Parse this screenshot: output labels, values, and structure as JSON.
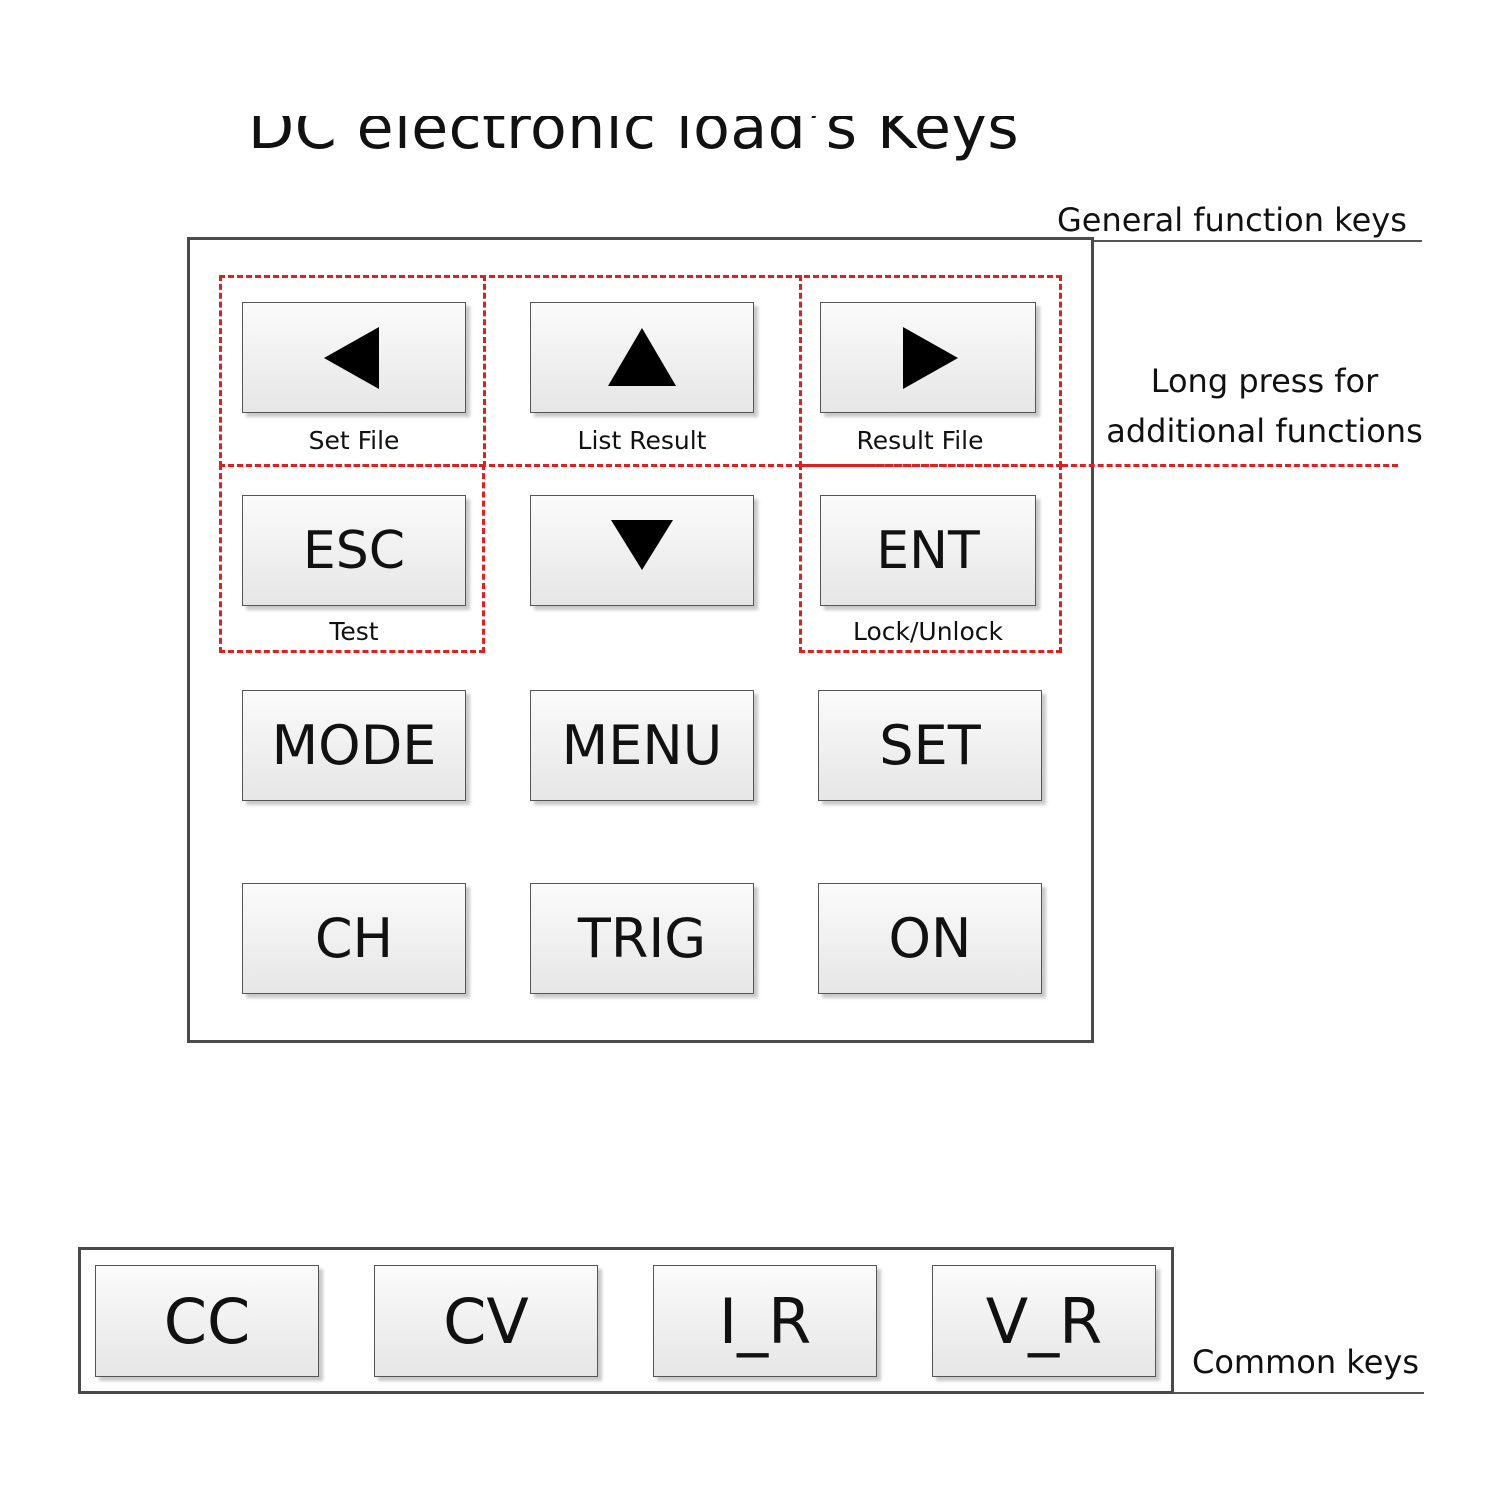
{
  "title": "DC electronic load’s Keys",
  "annotations": {
    "general_function_keys": "General function keys",
    "long_press_line1": "Long press for",
    "long_press_line2": "additional functions",
    "common_keys": "Common keys"
  },
  "function_keys": {
    "left": {
      "icon": "left-triangle-icon",
      "sublabel": "Set File"
    },
    "up": {
      "icon": "up-triangle-icon",
      "sublabel": "List Result"
    },
    "right": {
      "icon": "right-triangle-icon",
      "sublabel": "Result File"
    },
    "esc": {
      "label": "ESC",
      "sublabel": "Test"
    },
    "down": {
      "icon": "down-triangle-icon"
    },
    "ent": {
      "label": "ENT",
      "sublabel": "Lock/Unlock"
    },
    "mode": {
      "label": "MODE"
    },
    "menu": {
      "label": "MENU"
    },
    "set": {
      "label": "SET"
    },
    "ch": {
      "label": "CH"
    },
    "trig": {
      "label": "TRIG"
    },
    "on": {
      "label": "ON"
    }
  },
  "common_keys": [
    "CC",
    "CV",
    "I_R",
    "V_R"
  ],
  "colors": {
    "highlight_dash": "#e02020",
    "panel_border": "#4a4a4a",
    "key_fill": "#f0f0f0"
  }
}
